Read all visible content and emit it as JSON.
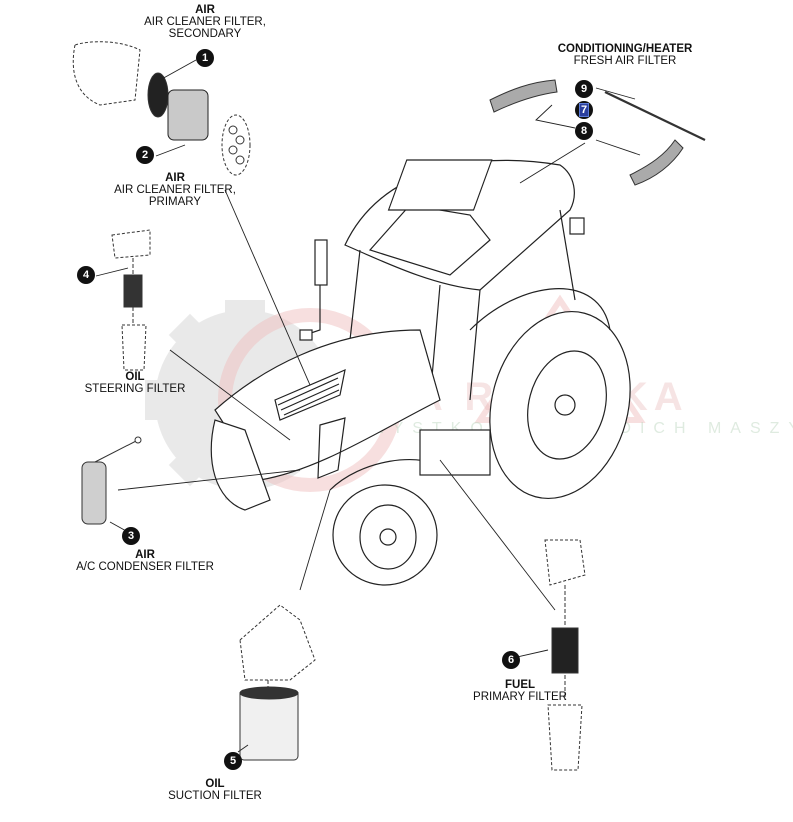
{
  "diagram": {
    "title": "Tractor filter locations",
    "watermark": {
      "brand": "STREFA ROLNIKA",
      "tagline": "WSZYSTKO DLA TWOICH MASZYN",
      "colors": {
        "gear": "#d8d8d8",
        "ring": "#e8b4b4",
        "tagline": "#b9d4bc"
      }
    },
    "callouts": [
      {
        "number": "1",
        "category": "AIR",
        "name": "AIR CLEANER FILTER,",
        "name2": "SECONDARY"
      },
      {
        "number": "2",
        "category": "AIR",
        "name": "AIR CLEANER FILTER,",
        "name2": "PRIMARY"
      },
      {
        "number": "3",
        "category": "AIR",
        "name": "A/C CONDENSER FILTER"
      },
      {
        "number": "4",
        "category": "OIL",
        "name": "STEERING FILTER"
      },
      {
        "number": "5",
        "category": "OIL",
        "name": "SUCTION FILTER"
      },
      {
        "number": "6",
        "category": "FUEL",
        "name": "PRIMARY FILTER"
      },
      {
        "number": "7",
        "selected": true
      },
      {
        "number": "8"
      },
      {
        "number": "9",
        "category": "CONDITIONING/HEATER",
        "name": "FRESH AIR FILTER"
      }
    ],
    "badge_color": "#111111",
    "selection_color": "#2b3f9e"
  }
}
